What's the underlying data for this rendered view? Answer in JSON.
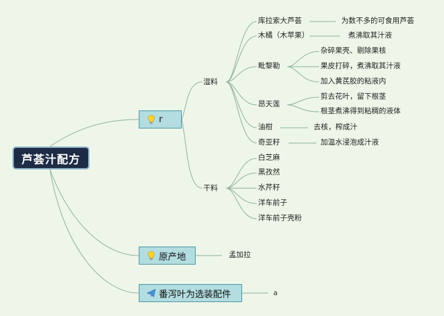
{
  "root": "芦荟汁配方",
  "l1": [
    {
      "text": "r",
      "icon": "bulb-icon"
    },
    {
      "text": "原产地",
      "icon": "bulb-icon"
    },
    {
      "text": "番泻叶为选装配件",
      "icon": "paper-plane-icon"
    }
  ],
  "l2": [
    "湿料",
    "干料"
  ],
  "wet": [
    "库拉索大芦荟",
    "木橘（木苹果）",
    "毗黎勒",
    "昂天莲",
    "油柑",
    "奇亚籽"
  ],
  "wet_notes": [
    "为数不多的可食用芦荟",
    "煮沸取其汁液",
    "杂碎果壳、剔除果核",
    "果皮打碎，煮沸取其汁液",
    "加入黄芪胶的粘液内",
    "剪去花叶，留下根茎",
    "根茎煮沸得到粘稠的液体",
    "去核，榨成汁",
    "加温水浸泡成汁液"
  ],
  "dry": [
    "白芝麻",
    "黑孜然",
    "水芹籽",
    "洋车前子",
    "洋车前子壳粉"
  ],
  "origin": "孟加拉",
  "senna_note": "a",
  "colors": {
    "background": "#eef6e9",
    "line": "#8fb39a",
    "root_bg": "#1d2b44",
    "box_bg": "#b3dde0",
    "box_border": "#4c98a5"
  }
}
